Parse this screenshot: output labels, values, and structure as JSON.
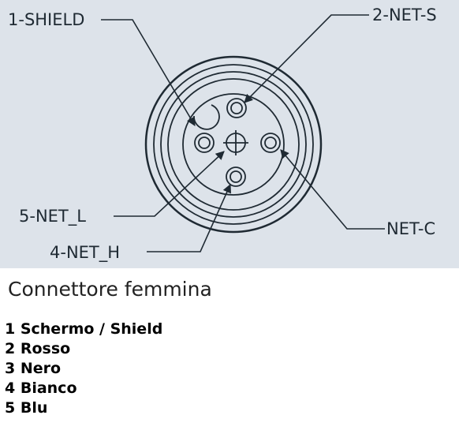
{
  "diagram": {
    "labels": {
      "shield": "1-SHIELD",
      "net_s": "2-NET-S",
      "net_c": "NET-C",
      "net_l": "5-NET_L",
      "net_h": "4-NET_H"
    },
    "colors": {
      "background": "#dde3ea",
      "lines": "#1f2a33"
    }
  },
  "caption": "Connettore femmina",
  "wires": [
    "1 Schermo / Shield",
    "2 Rosso",
    "3 Nero",
    "4 Bianco",
    "5 Blu"
  ]
}
